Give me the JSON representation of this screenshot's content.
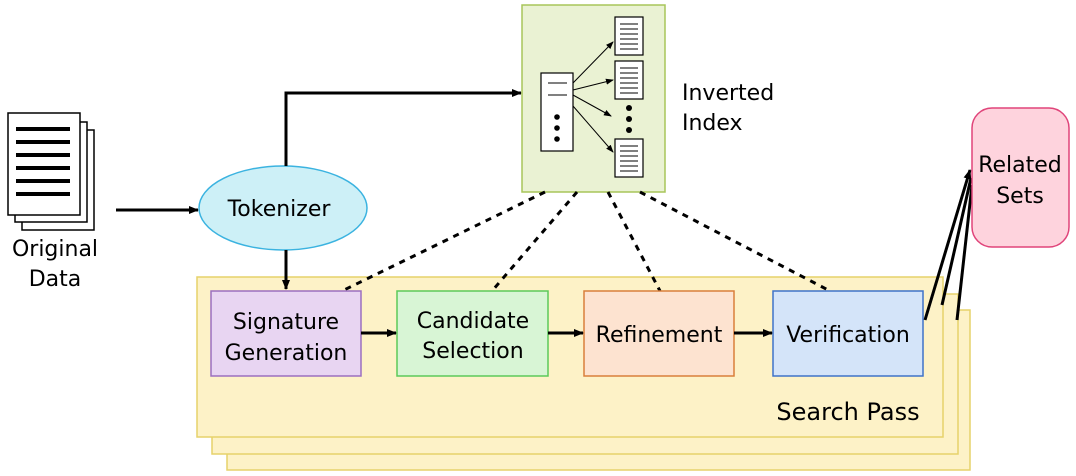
{
  "diagram": {
    "original_data": {
      "line1": "Original",
      "line2": "Data"
    },
    "tokenizer": {
      "label": "Tokenizer"
    },
    "inverted_index": {
      "line1": "Inverted",
      "line2": "Index"
    },
    "search_pass": {
      "label": "Search Pass"
    },
    "stages": {
      "signature_generation": {
        "line1": "Signature",
        "line2": "Generation"
      },
      "candidate_selection": {
        "line1": "Candidate",
        "line2": "Selection"
      },
      "refinement": {
        "label": "Refinement"
      },
      "verification": {
        "label": "Verification"
      }
    },
    "related_sets": {
      "line1": "Related",
      "line2": "Sets"
    }
  },
  "colors": {
    "tokenizer_fill": "#cdf0f7",
    "tokenizer_stroke": "#3bb3e0",
    "index_fill": "#eaf2d3",
    "index_stroke": "#a8c55a",
    "search_pass_fill": "#fdf2c7",
    "search_pass_stroke": "#e6d26a",
    "signature_fill": "#e8d5f2",
    "signature_stroke": "#9b6fc0",
    "candidate_fill": "#d8f5d5",
    "candidate_stroke": "#5cc95a",
    "refinement_fill": "#fde3d0",
    "refinement_stroke": "#d97f3b",
    "verification_fill": "#d4e4f9",
    "verification_stroke": "#3f73c9",
    "related_fill": "#fed3dd",
    "related_stroke": "#e0447a"
  }
}
